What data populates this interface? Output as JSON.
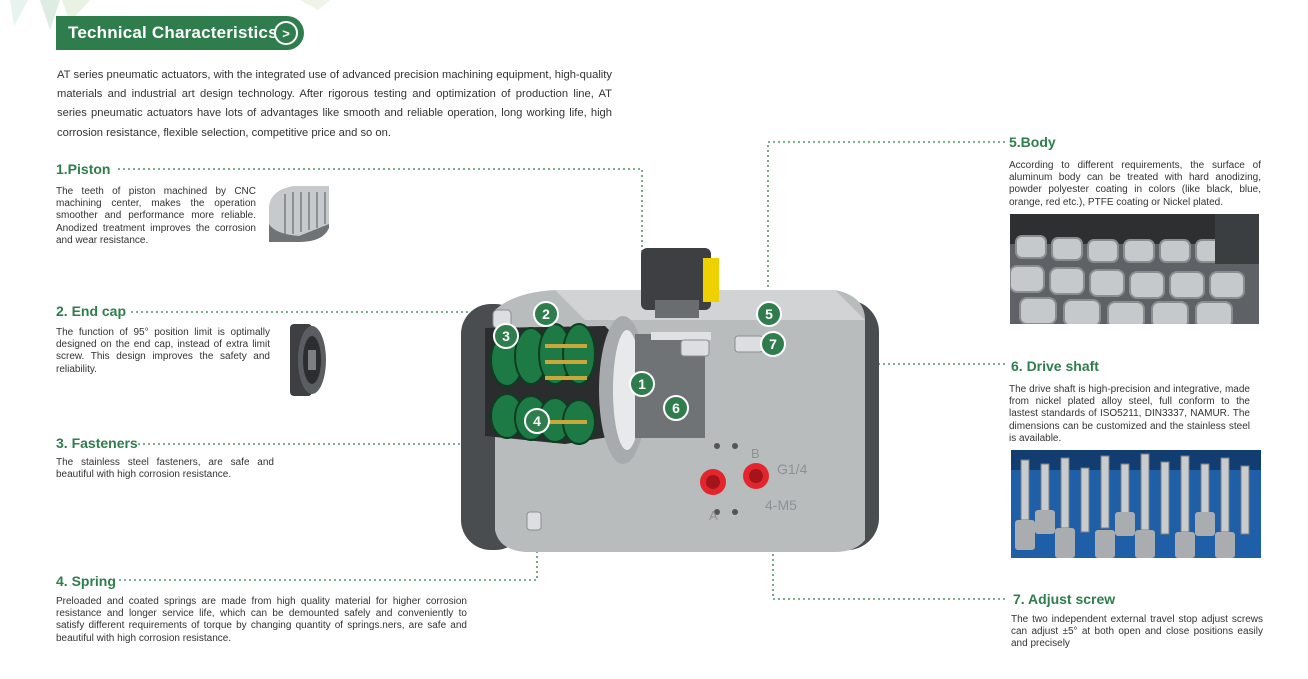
{
  "header": {
    "title": "Technical Characteristics",
    "arrow_icon": "chevron-right-icon"
  },
  "intro": "AT series pneumatic actuators, with the integrated use of advanced precision machining equipment, high-quality materials and industrial art design technology. After rigorous testing and optimization of production line,   AT series pneumatic actuators have lots of advantages like smooth and reliable operation, long working life, high corrosion resistance, flexible selection, competitive price and so on.",
  "sections": {
    "piston": {
      "title": "1.Piston",
      "text": "The teeth of piston machined by CNC machining center, makes the operation smoother and performance more reliable. Anodized treatment improves the corrosion and wear resistance."
    },
    "endcap": {
      "title": "2.  End cap",
      "text": "The function of 95° position limit is optimally designed on the end cap, instead of extra limit screw. This design improves the safety and reliability."
    },
    "fasteners": {
      "title": "3. Fasteners",
      "text": "The stainless steel fasteners, are safe and beautiful with high corrosion resistance."
    },
    "spring": {
      "title": "4. Spring",
      "text": "Preloaded and coated springs are made from high quality material for higher corrosion resistance and longer service life, which can be demounted safely and conveniently to satisfy different requirements of torque by changing quantity of springs.ners, are safe and beautiful with high corrosion resistance."
    },
    "body": {
      "title": "5.Body",
      "text": "According to different requirements, the surface of aluminum body can be treated with hard anodizing, powder polyester coating in colors (like black, blue, orange, red etc.), PTFE coating or Nickel plated."
    },
    "shaft": {
      "title": "6. Drive shaft",
      "text": "The drive shaft is high-precision and integrative, made from nickel plated alloy steel, full conform to the lastest standards of ISO5211, DIN3337, NAMUR. The dimensions can be customized and the stainless steel is available."
    },
    "screw": {
      "title": "7. Adjust screw",
      "text": "The two independent external travel stop adjust screws can adjust ±5° at both open and close positions easily and precisely"
    }
  },
  "markers": [
    "1",
    "2",
    "3",
    "4",
    "5",
    "6",
    "7"
  ],
  "ports": {
    "b": "B",
    "a": "A",
    "g14": "G1/4",
    "m5": "4-M5"
  },
  "colors": {
    "accent": "#2f7d4c",
    "body": "#b9bcbd",
    "dark": "#4a4d50",
    "port": "#e3262d"
  }
}
